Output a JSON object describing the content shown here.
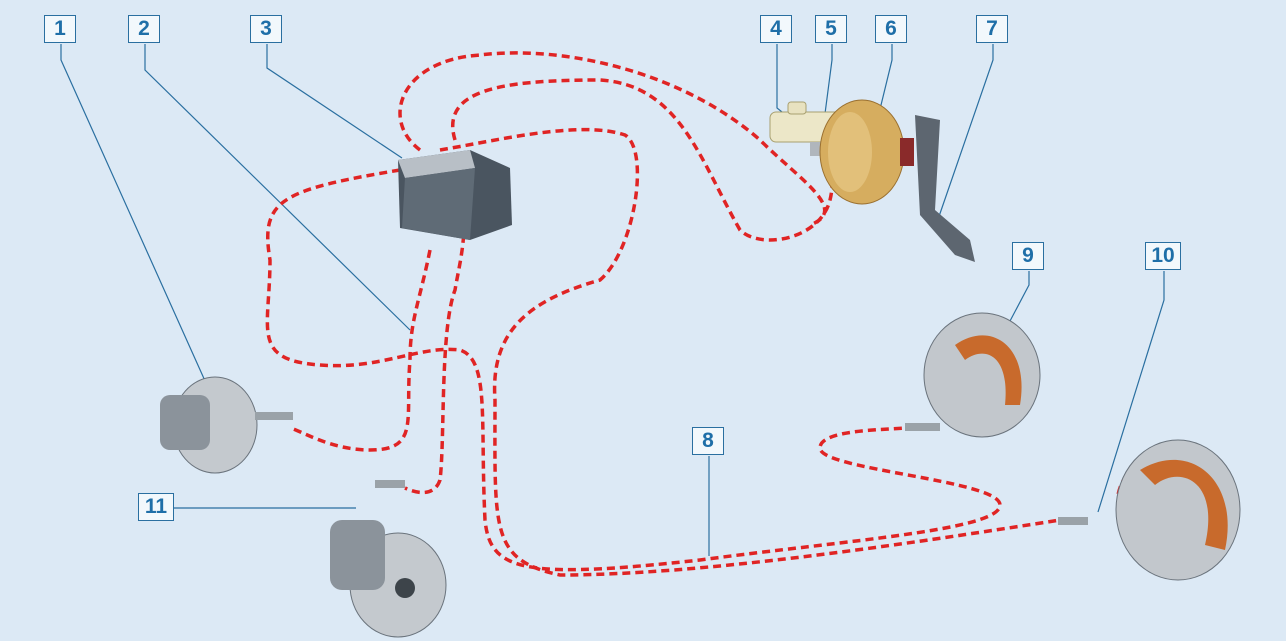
{
  "callouts": {
    "c1": "1",
    "c2": "2",
    "c3": "3",
    "c4": "4",
    "c5": "5",
    "c6": "6",
    "c7": "7",
    "c8": "8",
    "c9": "9",
    "c10": "10",
    "c11": "11"
  },
  "colors": {
    "background": "#dce9f5",
    "brake_line": "#e02424",
    "callout": "#1f6fa8"
  }
}
